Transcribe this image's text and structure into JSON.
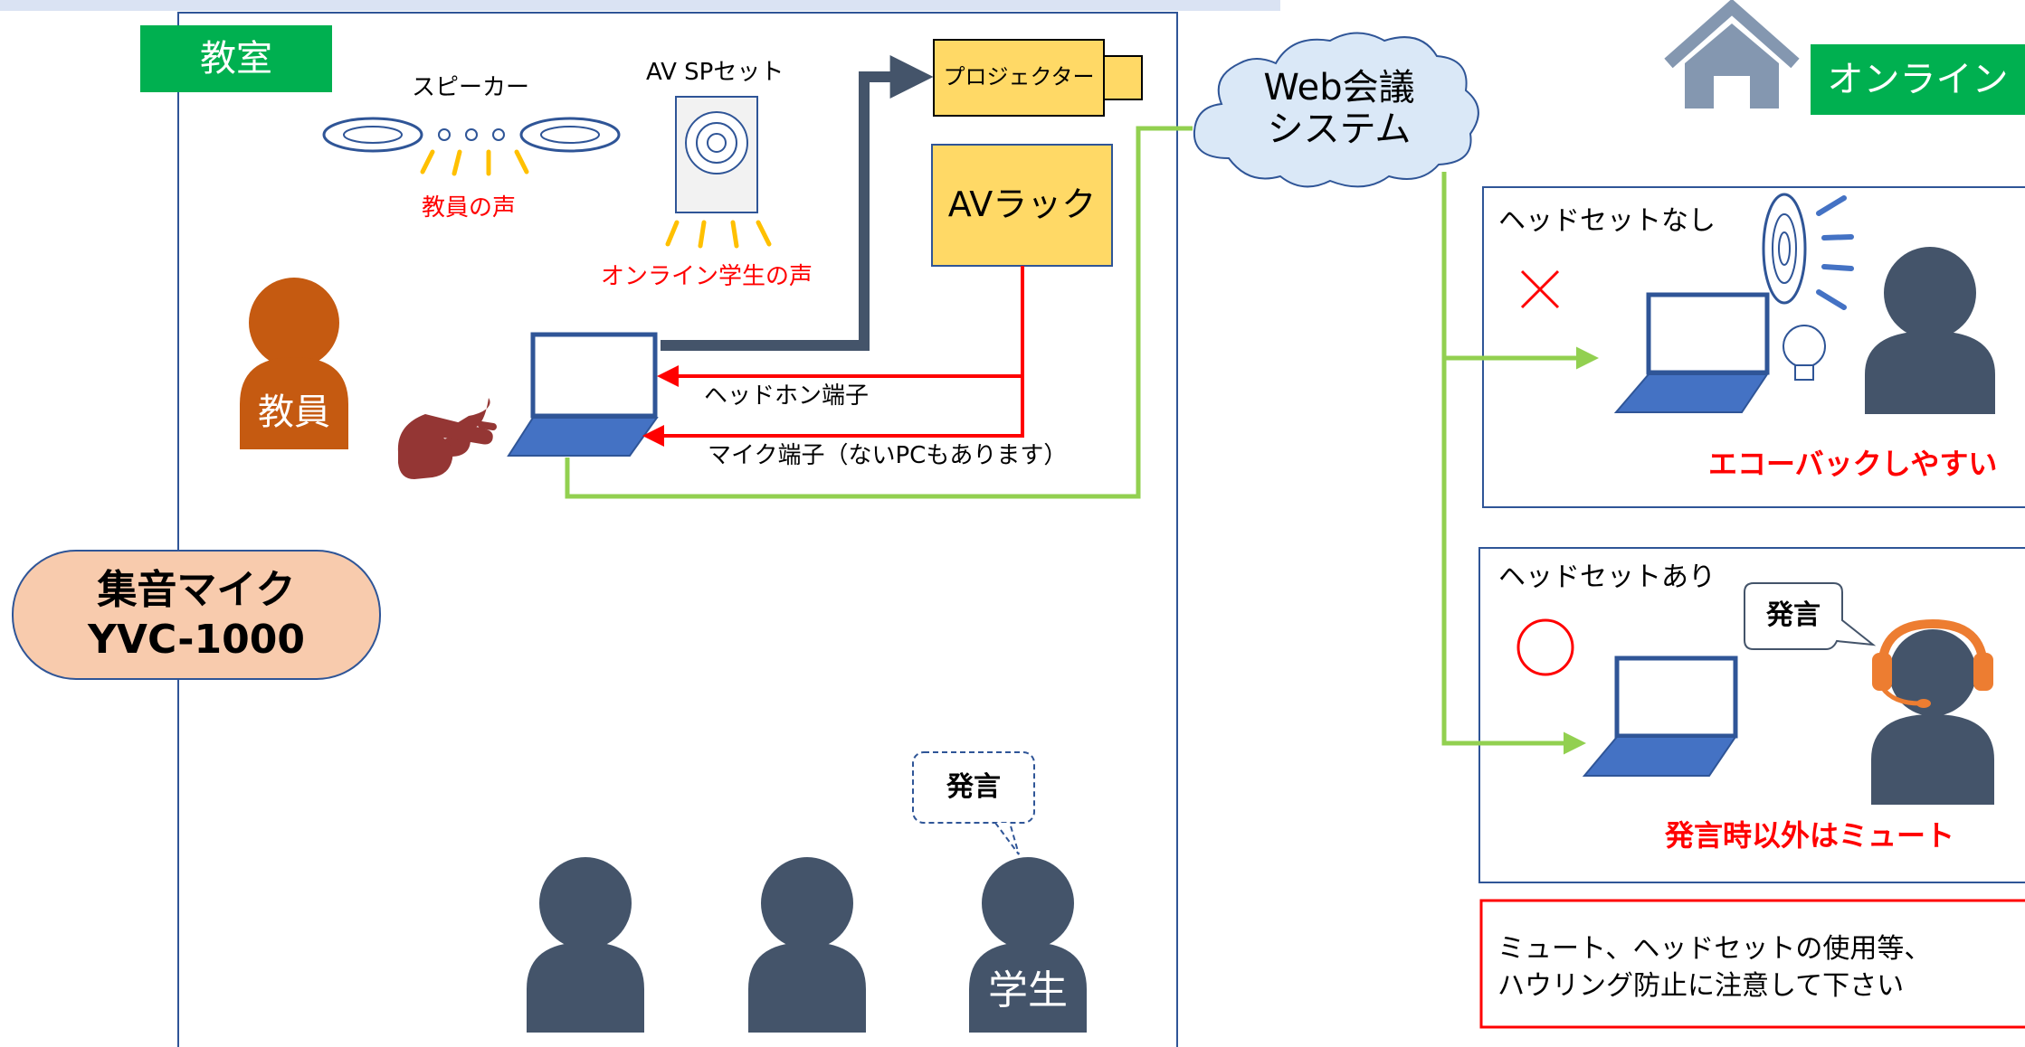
{
  "classroom": {
    "label": "教室",
    "speaker_label": "スピーカー",
    "teacher_voice": "教員の声",
    "av_sp_label": "AV SPセット",
    "online_student_voice": "オンライン学生の声",
    "projector_label": "プロジェクター",
    "av_rack_label": "AVラック",
    "teacher_label": "教員",
    "headphone_jack": "ヘッドホン端子",
    "mic_jack": "マイク端子（ないPCもあります）",
    "student_label": "学生",
    "speech_label": "発言"
  },
  "mic": {
    "line1": "集音マイク",
    "line2": "YVC-1000"
  },
  "cloud": {
    "line1": "Web会議",
    "line2": "システム"
  },
  "online": {
    "label": "オンライン",
    "no_headset": {
      "title": "ヘッドセットなし",
      "mark": "×",
      "caption": "エコーバックしやすい"
    },
    "with_headset": {
      "title": "ヘッドセットあり",
      "speech": "発言",
      "caption": "発言時以外はミュート"
    },
    "note": {
      "line1": "ミュート、ヘッドセットの使用等、",
      "line2": "ハウリング防止に注意して下さい"
    }
  },
  "colors": {
    "green": "#00b050",
    "red": "#ff0000",
    "navy": "#44546a",
    "orange": "#c55a11",
    "projector_fill": "#ffd966",
    "mic_fill": "#f8cbad",
    "cloud_fill": "#dae8f7",
    "line_green": "#92d050",
    "laptop_blue": "#4472c4"
  }
}
